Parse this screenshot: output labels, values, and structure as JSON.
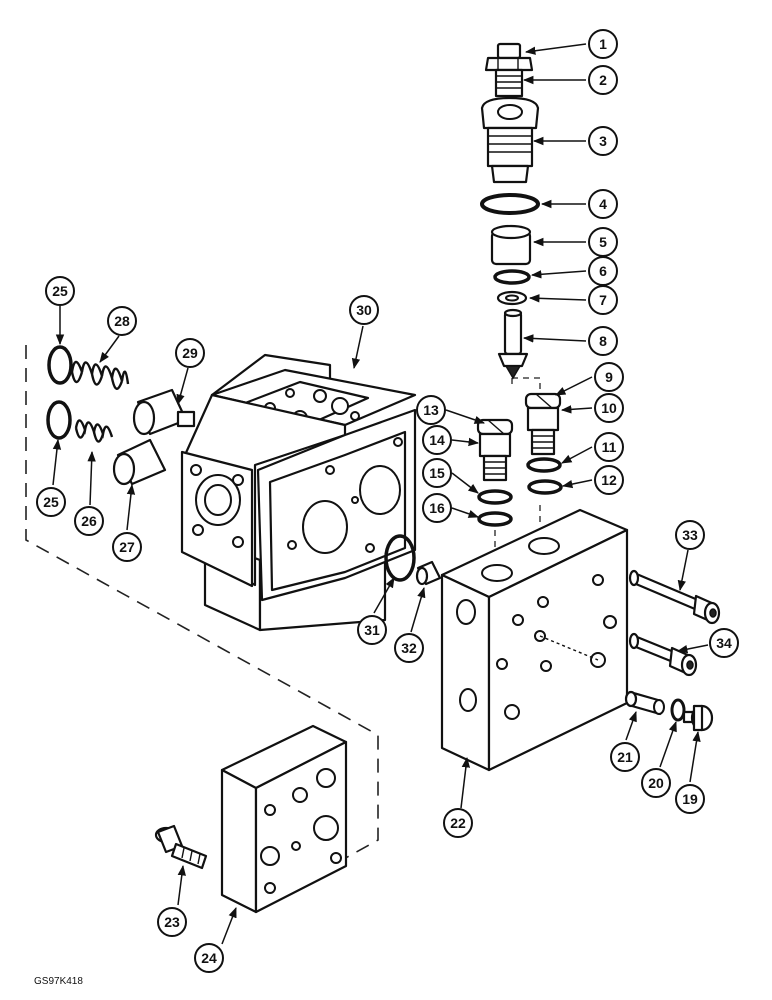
{
  "figure_ref": "GS97K418",
  "arrow_color": "#111111",
  "callouts": [
    {
      "num": "1"
    },
    {
      "num": "2"
    },
    {
      "num": "3"
    },
    {
      "num": "4"
    },
    {
      "num": "5"
    },
    {
      "num": "6"
    },
    {
      "num": "7"
    },
    {
      "num": "8"
    },
    {
      "num": "9"
    },
    {
      "num": "10"
    },
    {
      "num": "11"
    },
    {
      "num": "12"
    },
    {
      "num": "13"
    },
    {
      "num": "14"
    },
    {
      "num": "15"
    },
    {
      "num": "16"
    },
    {
      "num": "19"
    },
    {
      "num": "20"
    },
    {
      "num": "21"
    },
    {
      "num": "22"
    },
    {
      "num": "23"
    },
    {
      "num": "24"
    },
    {
      "num": "25"
    },
    {
      "num": "25"
    },
    {
      "num": "26"
    },
    {
      "num": "27"
    },
    {
      "num": "28"
    },
    {
      "num": "29"
    },
    {
      "num": "30"
    },
    {
      "num": "31"
    },
    {
      "num": "32"
    },
    {
      "num": "33"
    },
    {
      "num": "34"
    }
  ]
}
